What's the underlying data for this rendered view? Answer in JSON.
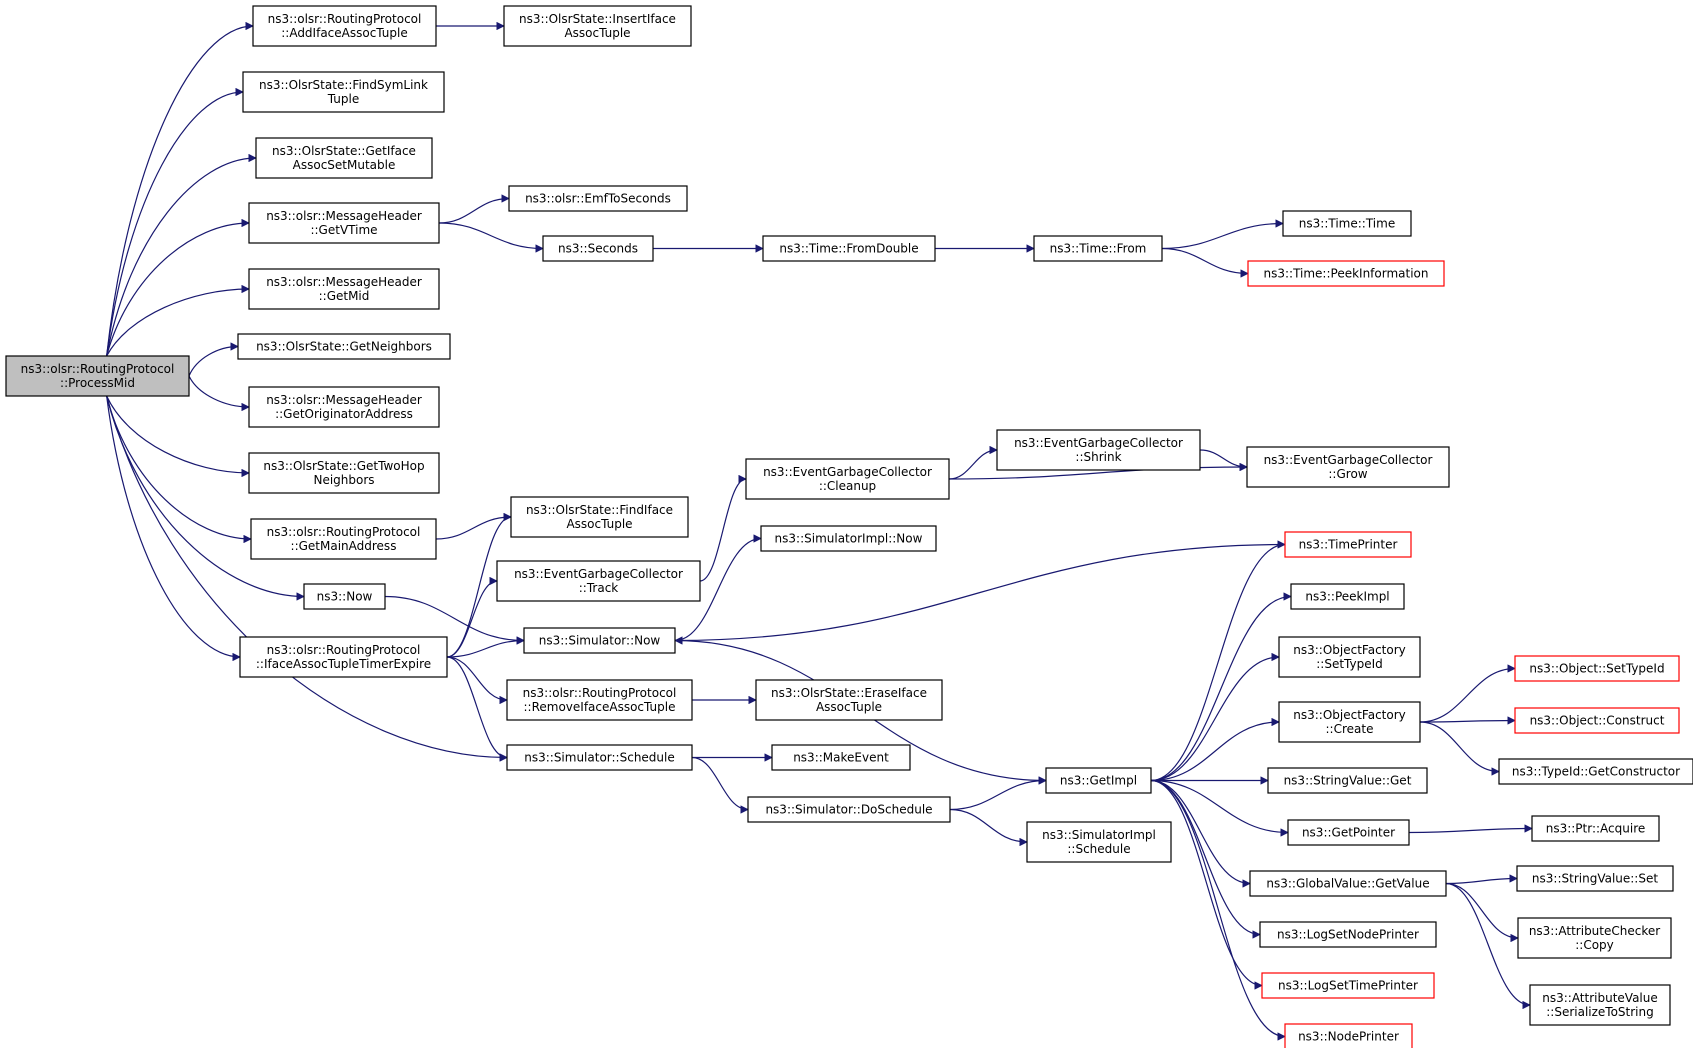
{
  "diagram": {
    "edge_color": "#191970",
    "root_fill": "#bfbfbf",
    "truncated_border_color": "#ff0000",
    "nodes": [
      {
        "id": "processmid",
        "lines": [
          "ns3::olsr::RoutingProtocol",
          "::ProcessMid"
        ],
        "style": "root"
      },
      {
        "id": "addiface",
        "lines": [
          "ns3::olsr::RoutingProtocol",
          "::AddIfaceAssocTuple"
        ]
      },
      {
        "id": "insertiface",
        "lines": [
          "ns3::OlsrState::InsertIface",
          "AssocTuple"
        ]
      },
      {
        "id": "findsym",
        "lines": [
          "ns3::OlsrState::FindSymLink",
          "Tuple"
        ]
      },
      {
        "id": "getifaceassoc",
        "lines": [
          "ns3::OlsrState::GetIface",
          "AssocSetMutable"
        ]
      },
      {
        "id": "getvtime",
        "lines": [
          "ns3::olsr::MessageHeader",
          "::GetVTime"
        ]
      },
      {
        "id": "emftoseconds",
        "lines": [
          "ns3::olsr::EmfToSeconds"
        ]
      },
      {
        "id": "seconds",
        "lines": [
          "ns3::Seconds"
        ]
      },
      {
        "id": "fromdouble",
        "lines": [
          "ns3::Time::FromDouble"
        ]
      },
      {
        "id": "timefrom",
        "lines": [
          "ns3::Time::From"
        ]
      },
      {
        "id": "timetime",
        "lines": [
          "ns3::Time::Time"
        ]
      },
      {
        "id": "peekinformation",
        "lines": [
          "ns3::Time::PeekInformation"
        ],
        "style": "truncated"
      },
      {
        "id": "getmid",
        "lines": [
          "ns3::olsr::MessageHeader",
          "::GetMid"
        ]
      },
      {
        "id": "getneighbors",
        "lines": [
          "ns3::OlsrState::GetNeighbors"
        ]
      },
      {
        "id": "getorig",
        "lines": [
          "ns3::olsr::MessageHeader",
          "::GetOriginatorAddress"
        ]
      },
      {
        "id": "gettwohop",
        "lines": [
          "ns3::OlsrState::GetTwoHop",
          "Neighbors"
        ]
      },
      {
        "id": "getmainaddr",
        "lines": [
          "ns3::olsr::RoutingProtocol",
          "::GetMainAddress"
        ]
      },
      {
        "id": "findiface",
        "lines": [
          "ns3::OlsrState::FindIface",
          "AssocTuple"
        ]
      },
      {
        "id": "egcshrink",
        "lines": [
          "ns3::EventGarbageCollector",
          "::Shrink"
        ]
      },
      {
        "id": "egcgrow",
        "lines": [
          "ns3::EventGarbageCollector",
          "::Grow"
        ]
      },
      {
        "id": "egccleanup",
        "lines": [
          "ns3::EventGarbageCollector",
          "::Cleanup"
        ]
      },
      {
        "id": "simimplnow",
        "lines": [
          "ns3::SimulatorImpl::Now"
        ]
      },
      {
        "id": "egctrack",
        "lines": [
          "ns3::EventGarbageCollector",
          "::Track"
        ]
      },
      {
        "id": "now",
        "lines": [
          "ns3::Now"
        ]
      },
      {
        "id": "timeprinter",
        "lines": [
          "ns3::TimePrinter"
        ],
        "style": "truncated"
      },
      {
        "id": "peekimpl",
        "lines": [
          "ns3::PeekImpl"
        ]
      },
      {
        "id": "simnow",
        "lines": [
          "ns3::Simulator::Now"
        ]
      },
      {
        "id": "ifaceexpire",
        "lines": [
          "ns3::olsr::RoutingProtocol",
          "::IfaceAssocTupleTimerExpire"
        ]
      },
      {
        "id": "setTypeId",
        "lines": [
          "ns3::ObjectFactory",
          "::SetTypeId"
        ]
      },
      {
        "id": "objsettypeid",
        "lines": [
          "ns3::Object::SetTypeId"
        ],
        "style": "truncated"
      },
      {
        "id": "removeiface",
        "lines": [
          "ns3::olsr::RoutingProtocol",
          "::RemoveIfaceAssocTuple"
        ]
      },
      {
        "id": "eraseiface",
        "lines": [
          "ns3::OlsrState::EraseIface",
          "AssocTuple"
        ]
      },
      {
        "id": "ofcreate",
        "lines": [
          "ns3::ObjectFactory",
          "::Create"
        ]
      },
      {
        "id": "objconstruct",
        "lines": [
          "ns3::Object::Construct"
        ],
        "style": "truncated"
      },
      {
        "id": "schedule",
        "lines": [
          "ns3::Simulator::Schedule"
        ]
      },
      {
        "id": "makeevent",
        "lines": [
          "ns3::MakeEvent"
        ]
      },
      {
        "id": "getconstructor",
        "lines": [
          "ns3::TypeId::GetConstructor"
        ]
      },
      {
        "id": "getimpl",
        "lines": [
          "ns3::GetImpl"
        ]
      },
      {
        "id": "stringget",
        "lines": [
          "ns3::StringValue::Get"
        ]
      },
      {
        "id": "doschedule",
        "lines": [
          "ns3::Simulator::DoSchedule"
        ]
      },
      {
        "id": "getpointer",
        "lines": [
          "ns3::GetPointer"
        ]
      },
      {
        "id": "ptracquire",
        "lines": [
          "ns3::Ptr::Acquire"
        ]
      },
      {
        "id": "simimplschedule",
        "lines": [
          "ns3::SimulatorImpl",
          "::Schedule"
        ]
      },
      {
        "id": "gvgetvalue",
        "lines": [
          "ns3::GlobalValue::GetValue"
        ]
      },
      {
        "id": "stringset",
        "lines": [
          "ns3::StringValue::Set"
        ]
      },
      {
        "id": "accopy",
        "lines": [
          "ns3::AttributeChecker",
          "::Copy"
        ]
      },
      {
        "id": "lognodeprinter",
        "lines": [
          "ns3::LogSetNodePrinter"
        ]
      },
      {
        "id": "logtimeprinter",
        "lines": [
          "ns3::LogSetTimePrinter"
        ],
        "style": "truncated"
      },
      {
        "id": "avserialize",
        "lines": [
          "ns3::AttributeValue",
          "::SerializeToString"
        ]
      },
      {
        "id": "nodeprinter",
        "lines": [
          "ns3::NodePrinter"
        ],
        "style": "truncated"
      }
    ],
    "edges": [
      [
        "processmid",
        "addiface"
      ],
      [
        "processmid",
        "findsym"
      ],
      [
        "processmid",
        "getifaceassoc"
      ],
      [
        "processmid",
        "getvtime"
      ],
      [
        "processmid",
        "getmid"
      ],
      [
        "processmid",
        "getneighbors"
      ],
      [
        "processmid",
        "getorig"
      ],
      [
        "processmid",
        "gettwohop"
      ],
      [
        "processmid",
        "getmainaddr"
      ],
      [
        "processmid",
        "now"
      ],
      [
        "processmid",
        "ifaceexpire"
      ],
      [
        "processmid",
        "schedule"
      ],
      [
        "addiface",
        "insertiface"
      ],
      [
        "getvtime",
        "emftoseconds"
      ],
      [
        "getvtime",
        "seconds"
      ],
      [
        "seconds",
        "fromdouble"
      ],
      [
        "fromdouble",
        "timefrom"
      ],
      [
        "timefrom",
        "timetime"
      ],
      [
        "timefrom",
        "peekinformation"
      ],
      [
        "getmainaddr",
        "findiface"
      ],
      [
        "ifaceexpire",
        "findiface"
      ],
      [
        "ifaceexpire",
        "egctrack"
      ],
      [
        "ifaceexpire",
        "simnow"
      ],
      [
        "ifaceexpire",
        "removeiface"
      ],
      [
        "ifaceexpire",
        "schedule"
      ],
      [
        "egctrack",
        "egccleanup"
      ],
      [
        "egccleanup",
        "egcshrink"
      ],
      [
        "egccleanup",
        "egcgrow"
      ],
      [
        "egcshrink",
        "egcgrow"
      ],
      [
        "now",
        "simnow"
      ],
      [
        "simnow",
        "simimplnow"
      ],
      [
        "simnow",
        "getimpl"
      ],
      [
        "timeprinter",
        "simnow"
      ],
      [
        "removeiface",
        "eraseiface"
      ],
      [
        "schedule",
        "makeevent"
      ],
      [
        "schedule",
        "doschedule"
      ],
      [
        "doschedule",
        "getimpl"
      ],
      [
        "doschedule",
        "simimplschedule"
      ],
      [
        "getimpl",
        "timeprinter"
      ],
      [
        "getimpl",
        "peekimpl"
      ],
      [
        "getimpl",
        "setTypeId"
      ],
      [
        "getimpl",
        "ofcreate"
      ],
      [
        "getimpl",
        "stringget"
      ],
      [
        "getimpl",
        "getpointer"
      ],
      [
        "getimpl",
        "gvgetvalue"
      ],
      [
        "getimpl",
        "lognodeprinter"
      ],
      [
        "getimpl",
        "logtimeprinter"
      ],
      [
        "getimpl",
        "nodeprinter"
      ],
      [
        "ofcreate",
        "objsettypeid"
      ],
      [
        "ofcreate",
        "objconstruct"
      ],
      [
        "ofcreate",
        "getconstructor"
      ],
      [
        "getpointer",
        "ptracquire"
      ],
      [
        "gvgetvalue",
        "stringset"
      ],
      [
        "gvgetvalue",
        "accopy"
      ],
      [
        "gvgetvalue",
        "avserialize"
      ]
    ]
  }
}
